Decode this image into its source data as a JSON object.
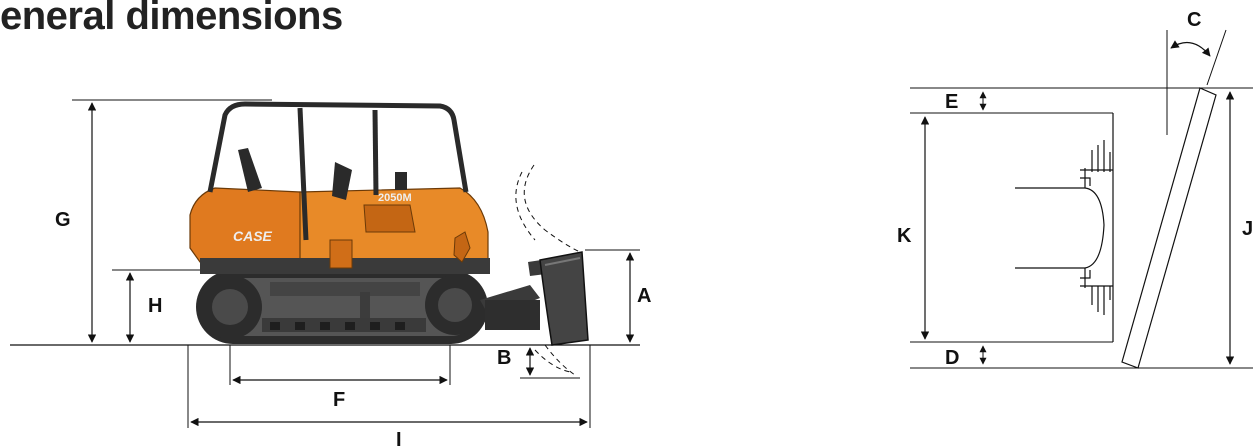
{
  "title": "eneral dimensions",
  "side_view": {
    "labels": {
      "A": "A",
      "B": "B",
      "F": "F",
      "G": "G",
      "H": "H",
      "I": "I"
    },
    "logo_text": "CASE",
    "model_badge": "2050M"
  },
  "front_view": {
    "labels": {
      "C": "C",
      "D": "D",
      "E": "E",
      "J": "J",
      "K": "K"
    }
  },
  "colors": {
    "body": "#e07a1f",
    "body_dark": "#b85e12",
    "track": "#3a3a3a",
    "line": "#111111"
  }
}
